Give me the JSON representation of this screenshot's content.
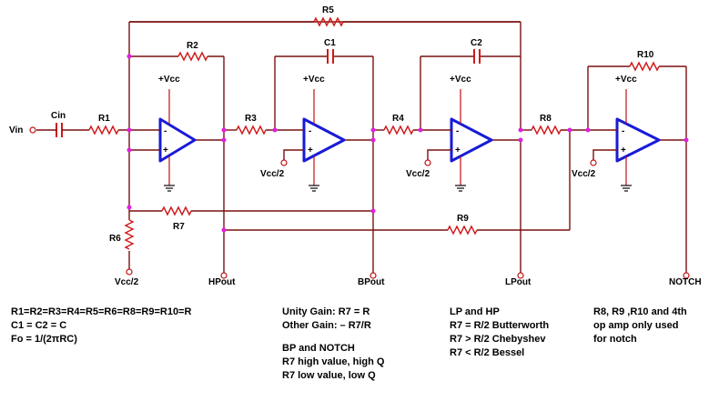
{
  "components": {
    "R1": "R1",
    "R2": "R2",
    "R3": "R3",
    "R4": "R4",
    "R5": "R5",
    "R6": "R6",
    "R7": "R7",
    "R8": "R8",
    "R9": "R9",
    "R10": "R10",
    "C1": "C1",
    "C2": "C2",
    "Cin": "Cin"
  },
  "supply": {
    "vcc": "+Vcc",
    "vcc_half": "Vcc/2"
  },
  "signals": {
    "vin": "Vin",
    "hp": "HPout",
    "bp": "BPout",
    "lp": "LPout",
    "notch": "NOTCH"
  },
  "opamp_signs": {
    "minus": "-",
    "plus": "+"
  },
  "notes": {
    "equalities": [
      "R1=R2=R3=R4=R5=R6=R8=R9=R10=R",
      "C1 = C2 = C",
      "Fo = 1/(2πRC)"
    ],
    "gain": [
      "Unity Gain:  R7 = R",
      "Other Gain:  – R7/R"
    ],
    "bp_notch": [
      "BP and NOTCH",
      "R7 high value, high Q",
      "R7 low value, low Q"
    ],
    "lp_hp": [
      "LP and HP",
      "R7 = R/2 Butterworth",
      "R7 > R/2 Chebyshev",
      "R7 < R/2 Bessel"
    ],
    "notch_only": [
      "R8, R9 ,R10 and 4th",
      "op amp only used",
      "for notch"
    ]
  }
}
